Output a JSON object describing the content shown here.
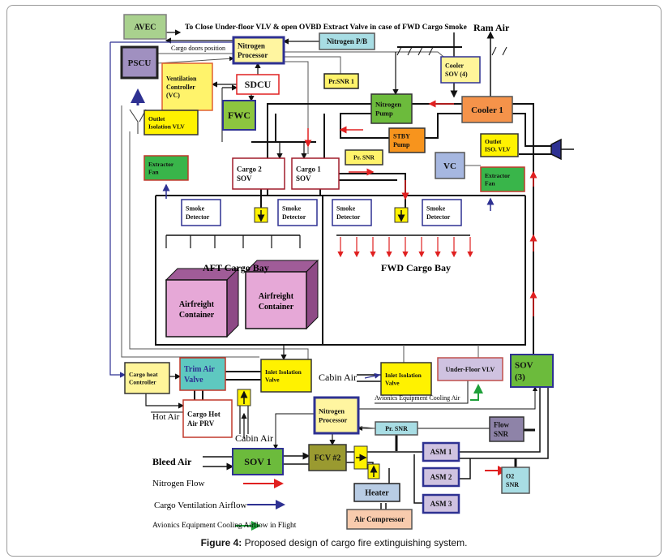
{
  "header_note": "To Close Under-floor VLV & open OVBD Extract Valve in case of FWD Cargo Smoke",
  "labels": {
    "ram_air": "Ram Air",
    "cargo_doors_position": "Cargo doors position",
    "aft_cargo_bay": "AFT Cargo Bay",
    "fwd_cargo_bay": "FWD Cargo Bay",
    "cabin_air_left": "Cabin Air",
    "cabin_air_right": "Cabin Air",
    "hot_air": "Hot Air",
    "bleed_air": "Bleed Air",
    "avionics_cooling_air": "Avionics Equipment Cooling Air"
  },
  "components": [
    {
      "id": "avec",
      "lines": [
        "AVEC"
      ],
      "fill": "#a9d18e",
      "stroke": "#7f7f7f"
    },
    {
      "id": "nitrogen-pb",
      "lines": [
        "Nitrogen P/B"
      ],
      "fill": "#a8dde4",
      "stroke": "#555555"
    },
    {
      "id": "nitrogen-processor-top",
      "lines": [
        "Nitrogen",
        "Processor"
      ],
      "fill": "#fff5a0",
      "stroke": "#2e3192"
    },
    {
      "id": "pscu",
      "lines": [
        "PSCU"
      ],
      "fill": "#a090c0",
      "stroke": "#222222"
    },
    {
      "id": "ventilation-controller",
      "lines": [
        "Ventilation",
        "Controller",
        "(VC)"
      ],
      "fill": "#fff36b",
      "stroke": "#e06030"
    },
    {
      "id": "sdcu",
      "lines": [
        "SDCU"
      ],
      "fill": "#ffffff",
      "stroke": "#e02020"
    },
    {
      "id": "pr-snr-1",
      "lines": [
        "Pr.SNR 1"
      ],
      "fill": "#fff36b",
      "stroke": "#222222"
    },
    {
      "id": "cooler-sov",
      "lines": [
        "Cooler",
        "SOV (4)"
      ],
      "fill": "#fff59a",
      "stroke": "#2e3192"
    },
    {
      "id": "fwc",
      "lines": [
        "FWC"
      ],
      "fill": "#8dc63f",
      "stroke": "#2e3192"
    },
    {
      "id": "nitrogen-pump",
      "lines": [
        "Nitrogen",
        "Pump"
      ],
      "fill": "#6cbb3c",
      "stroke": "#333333"
    },
    {
      "id": "cooler-1",
      "lines": [
        "Cooler 1"
      ],
      "fill": "#f5934a",
      "stroke": "#555555"
    },
    {
      "id": "outlet-isolation-vlv",
      "lines": [
        "Outlet",
        "Isolation VLV"
      ],
      "fill": "#fff200",
      "stroke": "#333333"
    },
    {
      "id": "stby-pump",
      "lines": [
        "STBY",
        "Pump"
      ],
      "fill": "#f7941d",
      "stroke": "#333333"
    },
    {
      "id": "pr-snr-mid",
      "lines": [
        "Pr. SNR"
      ],
      "fill": "#fff36b",
      "stroke": "#333333"
    },
    {
      "id": "outlet-iso-vlv",
      "lines": [
        "Outlet",
        "ISO. VLV"
      ],
      "fill": "#fff200",
      "stroke": "#333333"
    },
    {
      "id": "vc-right",
      "lines": [
        "VC"
      ],
      "fill": "#a6b7e0",
      "stroke": "#555555"
    },
    {
      "id": "extractor-fan-left",
      "lines": [
        "Extractor",
        "Fan"
      ],
      "fill": "#39b54a",
      "stroke": "#c0392b"
    },
    {
      "id": "extractor-fan-right",
      "lines": [
        "Extractor",
        "Fan"
      ],
      "fill": "#39b54a",
      "stroke": "#c0392b"
    },
    {
      "id": "cargo-2-sov",
      "lines": [
        "Cargo 2",
        "SOV"
      ],
      "fill": "#ffffff",
      "stroke": "#a01c2a"
    },
    {
      "id": "cargo-1-sov",
      "lines": [
        "Cargo 1",
        "SOV"
      ],
      "fill": "#ffffff",
      "stroke": "#a01c2a"
    },
    {
      "id": "smoke-detector-1",
      "lines": [
        "Smoke",
        "Detector"
      ],
      "fill": "#ffffff",
      "stroke": "#2e3192"
    },
    {
      "id": "smoke-detector-2",
      "lines": [
        "Smoke",
        "Detector"
      ],
      "fill": "#ffffff",
      "stroke": "#2e3192"
    },
    {
      "id": "smoke-detector-3",
      "lines": [
        "Smoke",
        "Detector"
      ],
      "fill": "#ffffff",
      "stroke": "#2e3192"
    },
    {
      "id": "smoke-detector-4",
      "lines": [
        "Smoke",
        "Detector"
      ],
      "fill": "#ffffff",
      "stroke": "#2e3192"
    },
    {
      "id": "cargo-heat-controller",
      "lines": [
        "Cargo heat",
        "Controller"
      ],
      "fill": "#fff59a",
      "stroke": "#333333"
    },
    {
      "id": "trim-air-valve",
      "lines": [
        "Trim Air",
        "Valve"
      ],
      "fill": "#5ec8c0",
      "stroke": "#c0392b"
    },
    {
      "id": "inlet-isolation-valve-left",
      "lines": [
        "Inlet Isolation",
        "Valve"
      ],
      "fill": "#fff200",
      "stroke": "#333333"
    },
    {
      "id": "cargo-hot-air-prv",
      "lines": [
        "Cargo Hot",
        "Air PRV"
      ],
      "fill": "#ffffff",
      "stroke": "#c0392b"
    },
    {
      "id": "inlet-isolation-valve-right",
      "lines": [
        "Inlet Isolation",
        "Valve"
      ],
      "fill": "#fff200",
      "stroke": "#333333"
    },
    {
      "id": "under-floor-vlv",
      "lines": [
        "Under-Floor VLV"
      ],
      "fill": "#cfc2e0",
      "stroke": "#c0504d"
    },
    {
      "id": "sov-3",
      "lines": [
        "SOV",
        "(3)"
      ],
      "fill": "#6cbb3c",
      "stroke": "#2e3192"
    },
    {
      "id": "nitrogen-processor-bottom",
      "lines": [
        "Nitrogen",
        "Processor"
      ],
      "fill": "#fff5a0",
      "stroke": "#2e3192"
    },
    {
      "id": "pr-snr-bottom",
      "lines": [
        "Pr. SNR"
      ],
      "fill": "#a8dde4",
      "stroke": "#555555"
    },
    {
      "id": "flow-snr",
      "lines": [
        "Flow",
        "SNR"
      ],
      "fill": "#8e83a8",
      "stroke": "#333333"
    },
    {
      "id": "sov-1",
      "lines": [
        "SOV 1"
      ],
      "fill": "#6cbb3c",
      "stroke": "#2e3192"
    },
    {
      "id": "fcv-2",
      "lines": [
        "FCV #2"
      ],
      "fill": "#9a9a30",
      "stroke": "#333333"
    },
    {
      "id": "asm-1",
      "lines": [
        "ASM 1"
      ],
      "fill": "#cfc2e0",
      "stroke": "#2e3192"
    },
    {
      "id": "asm-2",
      "lines": [
        "ASM 2"
      ],
      "fill": "#cfc2e0",
      "stroke": "#2e3192"
    },
    {
      "id": "asm-3",
      "lines": [
        "ASM 3"
      ],
      "fill": "#cfc2e0",
      "stroke": "#2e3192"
    },
    {
      "id": "o2-snr",
      "lines": [
        "O2",
        "SNR"
      ],
      "fill": "#a8dde4",
      "stroke": "#555555"
    },
    {
      "id": "heater",
      "lines": [
        "Heater"
      ],
      "fill": "#b8cce4",
      "stroke": "#222222"
    },
    {
      "id": "air-compressor",
      "lines": [
        "Air Compressor"
      ],
      "fill": "#f8cbad",
      "stroke": "#555555"
    }
  ],
  "containers": [
    {
      "id": "container-aft-1",
      "lines": [
        "Airfreight",
        "Container"
      ]
    },
    {
      "id": "container-aft-2",
      "lines": [
        "Airfreight",
        "Container"
      ]
    }
  ],
  "container_color": "#e6a8d7",
  "legend": [
    {
      "label": "Nitrogen Flow",
      "color": "#e02020"
    },
    {
      "label": "Cargo Ventilation Airflow",
      "color": "#2e3192"
    },
    {
      "label": "Avionics Equipment Cooling Airflow in Flight",
      "color": "#1fa03a"
    }
  ],
  "caption": {
    "prefix": "Figure 4:",
    "text": " Proposed design of cargo fire extinguishing system."
  }
}
